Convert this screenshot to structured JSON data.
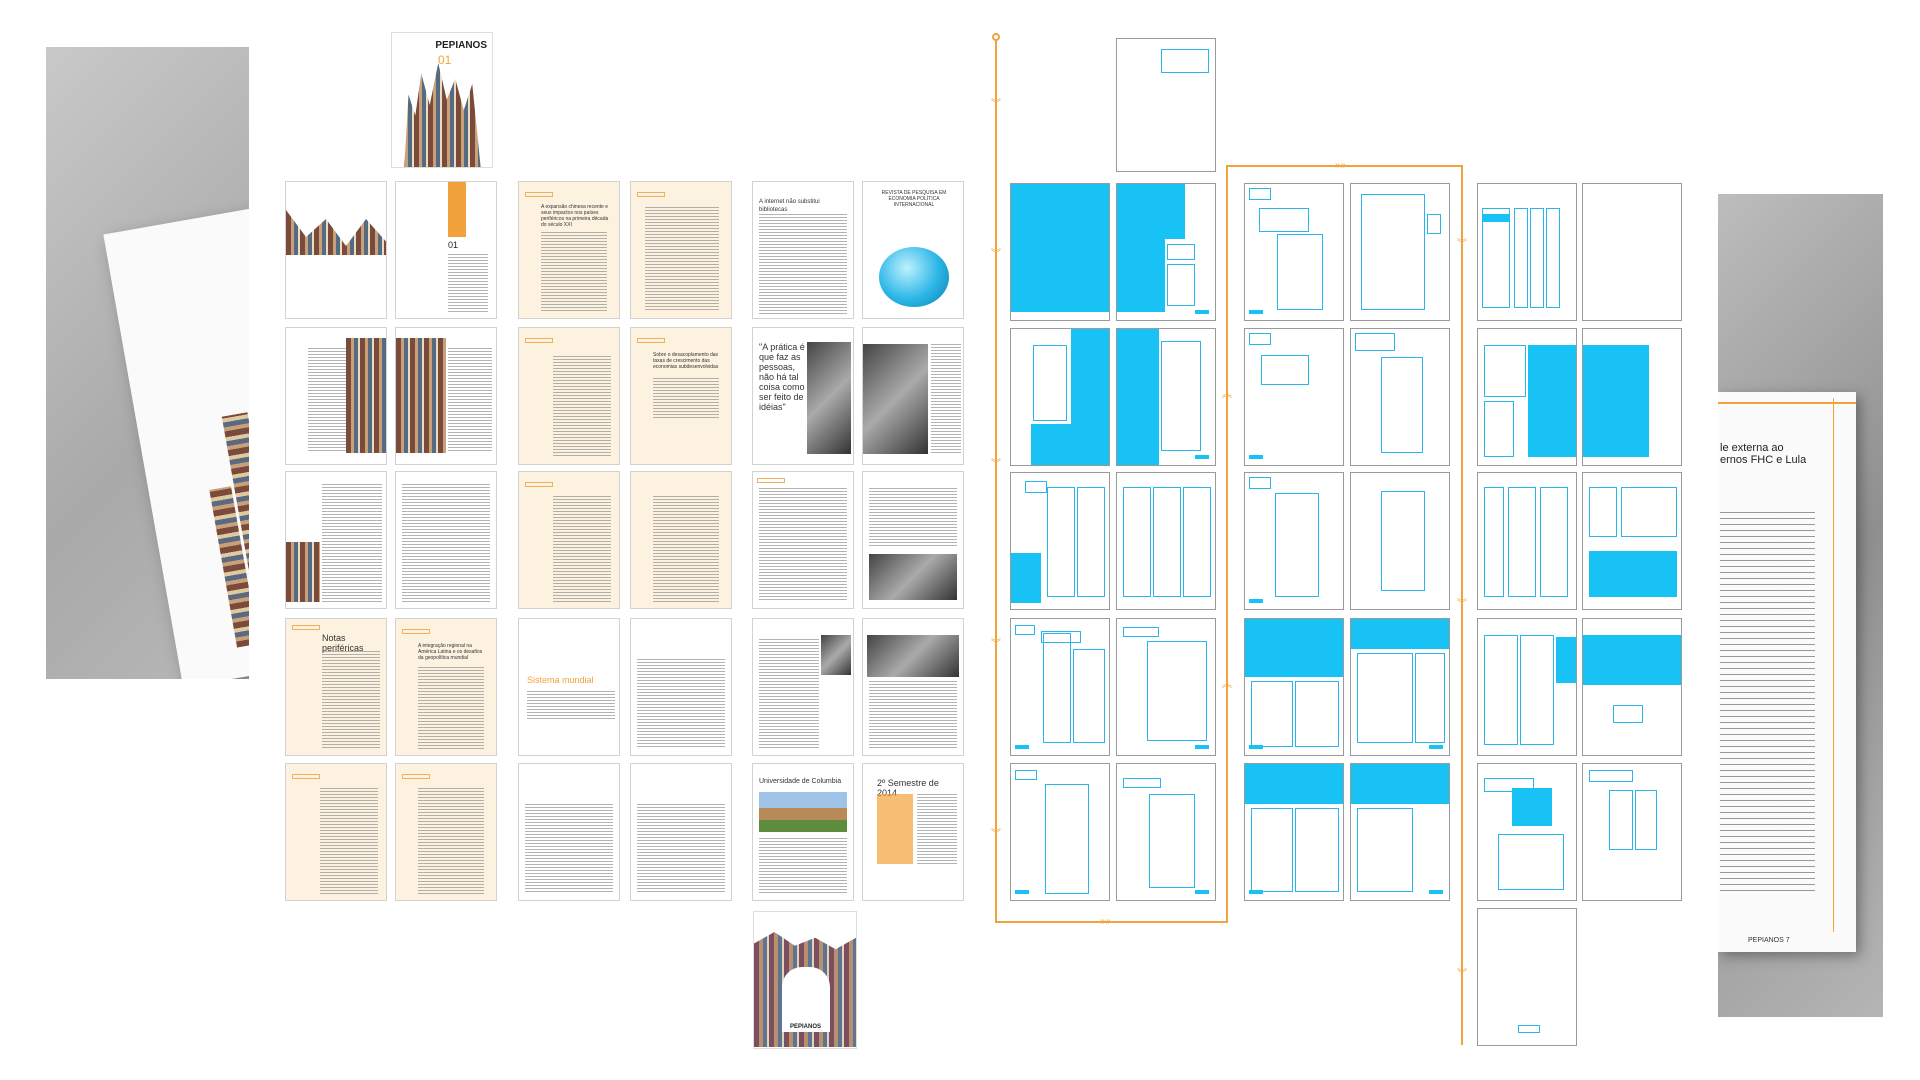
{
  "magazine": {
    "name": "PEPIANOS",
    "issue": "01"
  },
  "spreads": {
    "row1": {
      "title_a": "A expansão chinesa recente e seus impactos nos países periféricos na primeira década do século XXI",
      "title_b": "A internet não substitui bibliotecas",
      "flyer": "REVISTA DE PESQUISA EM ECONOMIA POLÍTICA INTERNACIONAL"
    },
    "row2": {
      "title_a": "Sobre o desacoplamento das taxas de crescimento das economias subdesenvolvidas",
      "quote": "\"A prática é que faz as pessoas, não há tal coisa como ser feito de idéias\""
    },
    "row4": {
      "title_a": "Notas periféricas",
      "title_b": "A integração regional na América Latina e os desafios da geopolítica mundial",
      "title_c": "Sistema mundial"
    },
    "row5": {
      "title_a": "Universidade de Columbia",
      "title_b": "2º Semestre de 2014"
    },
    "back_cover": "PEPIANOS"
  },
  "right_photo": {
    "heading_line1": "le externa ao",
    "heading_line2": "ernos FHC e Lula",
    "footer": "PEPIANOS 7"
  },
  "colors": {
    "accent": "#f0a33c",
    "wire_fill": "#18c2f4",
    "cream": "#fdf1df"
  }
}
